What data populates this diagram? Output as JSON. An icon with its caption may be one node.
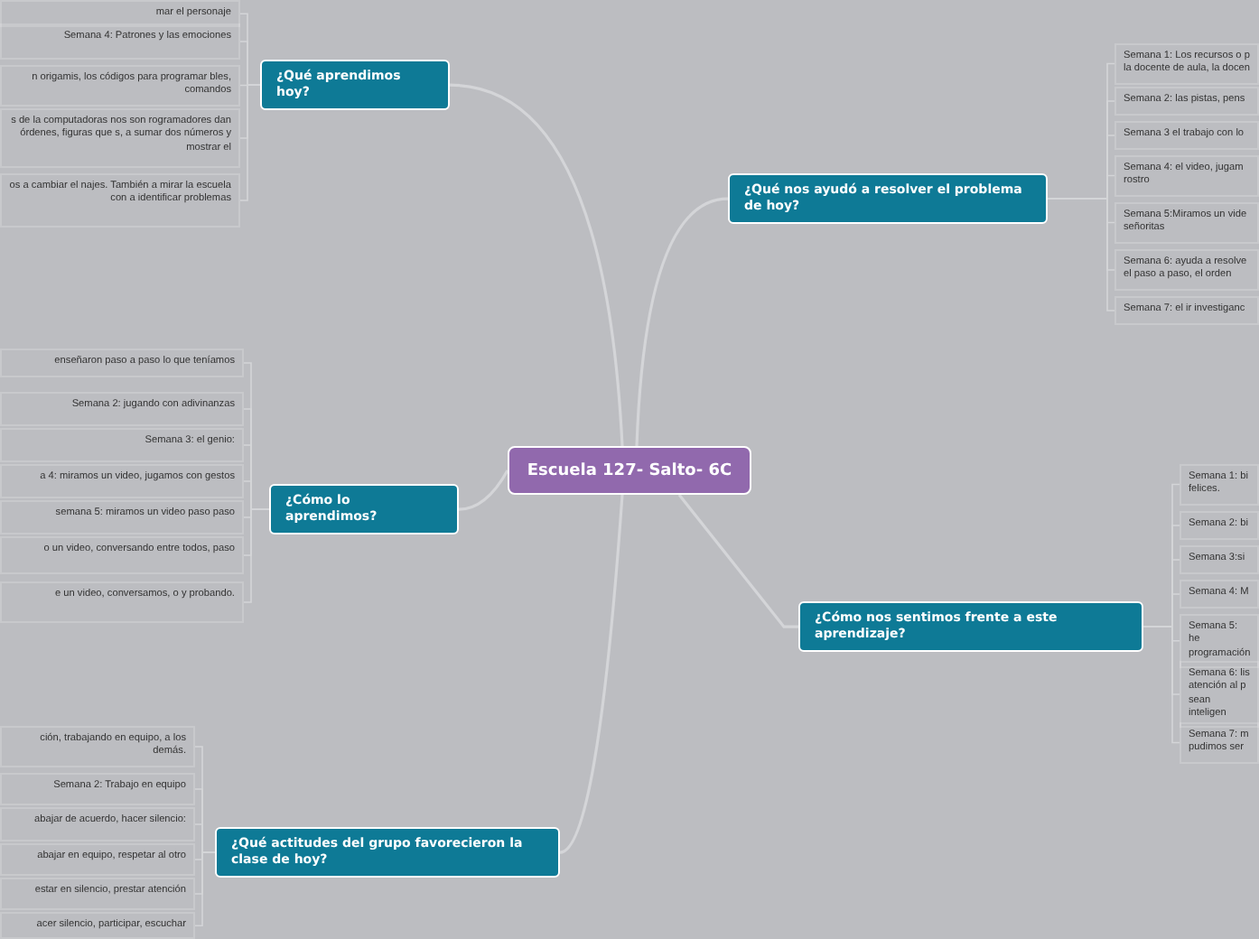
{
  "diagram": {
    "nodes": [
      {
        "text": [
          "Escuela 127- Salto- 6C"
        ]
      },
      {
        "text": [
          "¿Qué aprendimos hoy?"
        ]
      },
      {
        "text": [
          "mar el personaje"
        ]
      },
      {
        "text": [
          "Semana 4: Patrones y las emociones"
        ]
      },
      {
        "text": [
          "n origamis, los códigos para programar bles, comandos"
        ]
      },
      {
        "text": [
          "s de la computadoras nos son rogramadores dan órdenes, figuras que s, a sumar dos números y mostrar el"
        ]
      },
      {
        "text": [
          "os a cambiar el najes. También a mirar la escuela con a identificar problemas"
        ]
      },
      {
        "text": [
          "¿Qué nos ayudó a resolver el problema de hoy?"
        ]
      },
      {
        "text": [
          "Semana 1: Los recursos o p la docente de aula, la docen"
        ]
      },
      {
        "text": [
          "Semana 2: las pistas, pens"
        ]
      },
      {
        "text": [
          "Semana 3 el trabajo con lo"
        ]
      },
      {
        "text": [
          "Semana 4: el video, jugam rostro"
        ]
      },
      {
        "text": [
          "Semana 5:Miramos un vide señoritas"
        ]
      },
      {
        "text": [
          "Semana 6: ayuda a resolve el paso a paso, el orden"
        ]
      },
      {
        "text": [
          "Semana 7: el ir investiganc"
        ]
      },
      {
        "text": [
          "¿Cómo lo aprendimos?"
        ]
      },
      {
        "text": [
          "enseñaron paso a paso lo que teníamos"
        ]
      },
      {
        "text": [
          "Semana 2: jugando con adivinanzas"
        ]
      },
      {
        "text": [
          "Semana 3: el genio:"
        ]
      },
      {
        "text": [
          "a 4: miramos un video, jugamos con gestos"
        ]
      },
      {
        "text": [
          "semana 5: miramos un video paso paso"
        ]
      },
      {
        "text": [
          "o un video, conversando entre todos, paso"
        ]
      },
      {
        "text": [
          "e un video, conversamos, o y probando."
        ]
      },
      {
        "text": [
          "¿Cómo nos sentimos frente a este aprendizaje?"
        ]
      },
      {
        "text": [
          "Semana 1: bi felices."
        ]
      },
      {
        "text": [
          "Semana 2: bi"
        ]
      },
      {
        "text": [
          "Semana 3:si"
        ]
      },
      {
        "text": [
          "Semana 4: M"
        ]
      },
      {
        "text": [
          "Semana 5: he programación"
        ]
      },
      {
        "text": [
          "Semana 6: lis atención al p sean inteligen"
        ]
      },
      {
        "text": [
          "Semana 7: m pudimos ser"
        ]
      },
      {
        "text": [
          "¿Qué actitudes del grupo favorecieron la clase de hoy?"
        ]
      },
      {
        "text": [
          "ción, trabajando en equipo, a los demás."
        ]
      },
      {
        "text": [
          "Semana 2: Trabajo en equipo"
        ]
      },
      {
        "text": [
          "abajar de acuerdo, hacer silencio:"
        ]
      },
      {
        "text": [
          "abajar en equipo, respetar al otro"
        ]
      },
      {
        "text": [
          "estar en silencio, prestar atención"
        ]
      },
      {
        "text": [
          "acer silencio, participar, escuchar"
        ]
      }
    ],
    "edges": [
      {
        "from": 0,
        "to": 1,
        "arrow": "none"
      },
      {
        "from": 1,
        "to": 2,
        "arrow": "none"
      },
      {
        "from": 1,
        "to": 3,
        "arrow": "none"
      },
      {
        "from": 1,
        "to": 4,
        "arrow": "none"
      },
      {
        "from": 1,
        "to": 5,
        "arrow": "none"
      },
      {
        "from": 1,
        "to": 6,
        "arrow": "none"
      },
      {
        "from": 0,
        "to": 7,
        "arrow": "none"
      },
      {
        "from": 7,
        "to": 8,
        "arrow": "none"
      },
      {
        "from": 7,
        "to": 9,
        "arrow": "none"
      },
      {
        "from": 7,
        "to": 10,
        "arrow": "none"
      },
      {
        "from": 7,
        "to": 11,
        "arrow": "none"
      },
      {
        "from": 7,
        "to": 12,
        "arrow": "none"
      },
      {
        "from": 7,
        "to": 13,
        "arrow": "none"
      },
      {
        "from": 7,
        "to": 14,
        "arrow": "none"
      },
      {
        "from": 0,
        "to": 15,
        "arrow": "none"
      },
      {
        "from": 15,
        "to": 16,
        "arrow": "none"
      },
      {
        "from": 15,
        "to": 17,
        "arrow": "none"
      },
      {
        "from": 15,
        "to": 18,
        "arrow": "none"
      },
      {
        "from": 15,
        "to": 19,
        "arrow": "none"
      },
      {
        "from": 15,
        "to": 20,
        "arrow": "none"
      },
      {
        "from": 15,
        "to": 21,
        "arrow": "none"
      },
      {
        "from": 15,
        "to": 22,
        "arrow": "none"
      },
      {
        "from": 0,
        "to": 23,
        "arrow": "none"
      },
      {
        "from": 23,
        "to": 24,
        "arrow": "none"
      },
      {
        "from": 23,
        "to": 25,
        "arrow": "none"
      },
      {
        "from": 23,
        "to": 26,
        "arrow": "none"
      },
      {
        "from": 23,
        "to": 27,
        "arrow": "none"
      },
      {
        "from": 23,
        "to": 28,
        "arrow": "none"
      },
      {
        "from": 23,
        "to": 29,
        "arrow": "none"
      },
      {
        "from": 23,
        "to": 30,
        "arrow": "none"
      },
      {
        "from": 0,
        "to": 31,
        "arrow": "none"
      },
      {
        "from": 31,
        "to": 32,
        "arrow": "none"
      },
      {
        "from": 31,
        "to": 33,
        "arrow": "none"
      },
      {
        "from": 31,
        "to": 34,
        "arrow": "none"
      },
      {
        "from": 31,
        "to": 35,
        "arrow": "none"
      },
      {
        "from": 31,
        "to": 36,
        "arrow": "none"
      },
      {
        "from": 31,
        "to": 37,
        "arrow": "none"
      }
    ]
  }
}
